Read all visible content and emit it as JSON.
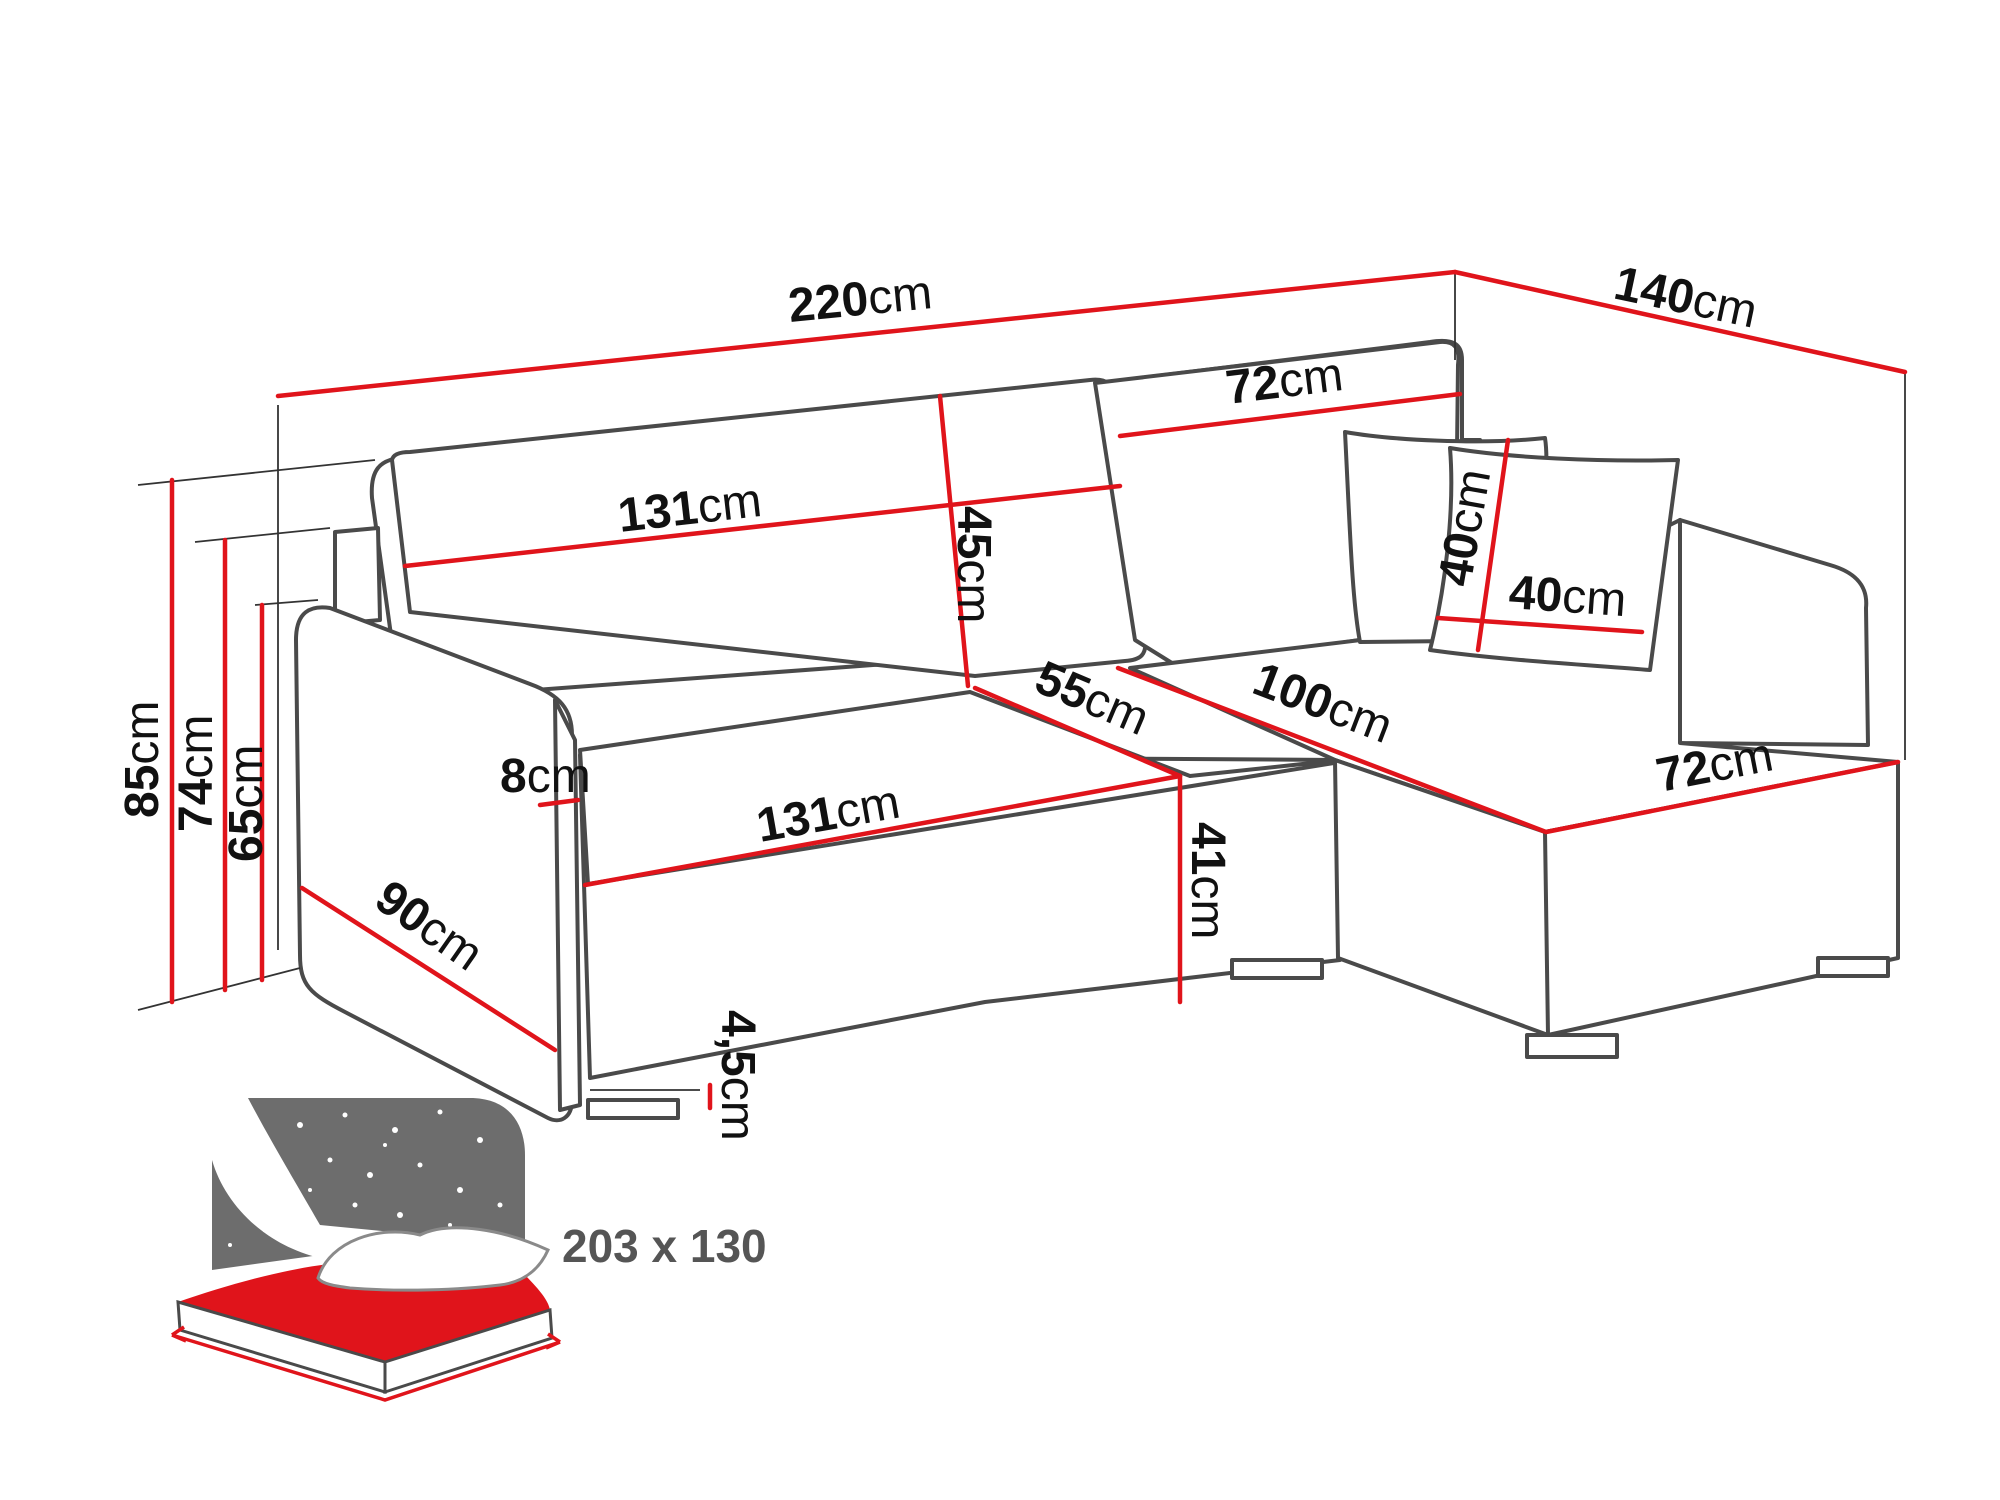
{
  "colors": {
    "outline": "#4a4a4a",
    "dimension": "#e0141b",
    "guide": "#333333",
    "label": "#111111",
    "bed_red": "#e0141b",
    "bed_dark": "#6d6d6d",
    "bed_size_text": "#555555"
  },
  "dimensions": {
    "total_width": {
      "value": "220",
      "unit": "cm"
    },
    "chaise_depth": {
      "value": "140",
      "unit": "cm"
    },
    "backrest_right_width": {
      "value": "72",
      "unit": "cm"
    },
    "backrest_left_width": {
      "value": "131",
      "unit": "cm"
    },
    "backrest_height": {
      "value": "45",
      "unit": "cm"
    },
    "pillow_height": {
      "value": "40",
      "unit": "cm"
    },
    "pillow_width": {
      "value": "40",
      "unit": "cm"
    },
    "seat_depth": {
      "value": "55",
      "unit": "cm"
    },
    "chaise_length": {
      "value": "100",
      "unit": "cm"
    },
    "chaise_width": {
      "value": "72",
      "unit": "cm"
    },
    "armrest_width": {
      "value": "8",
      "unit": "cm"
    },
    "seat_width": {
      "value": "131",
      "unit": "cm"
    },
    "seat_height": {
      "value": "41",
      "unit": "cm"
    },
    "total_height": {
      "value": "85",
      "unit": "cm"
    },
    "armrest_height_74": {
      "value": "74",
      "unit": "cm"
    },
    "armrest_height_65": {
      "value": "65",
      "unit": "cm"
    },
    "armrest_depth": {
      "value": "90",
      "unit": "cm"
    },
    "leg_height": {
      "value": "4,5",
      "unit": "cm"
    }
  },
  "bed": {
    "size_label": "203 x 130"
  }
}
